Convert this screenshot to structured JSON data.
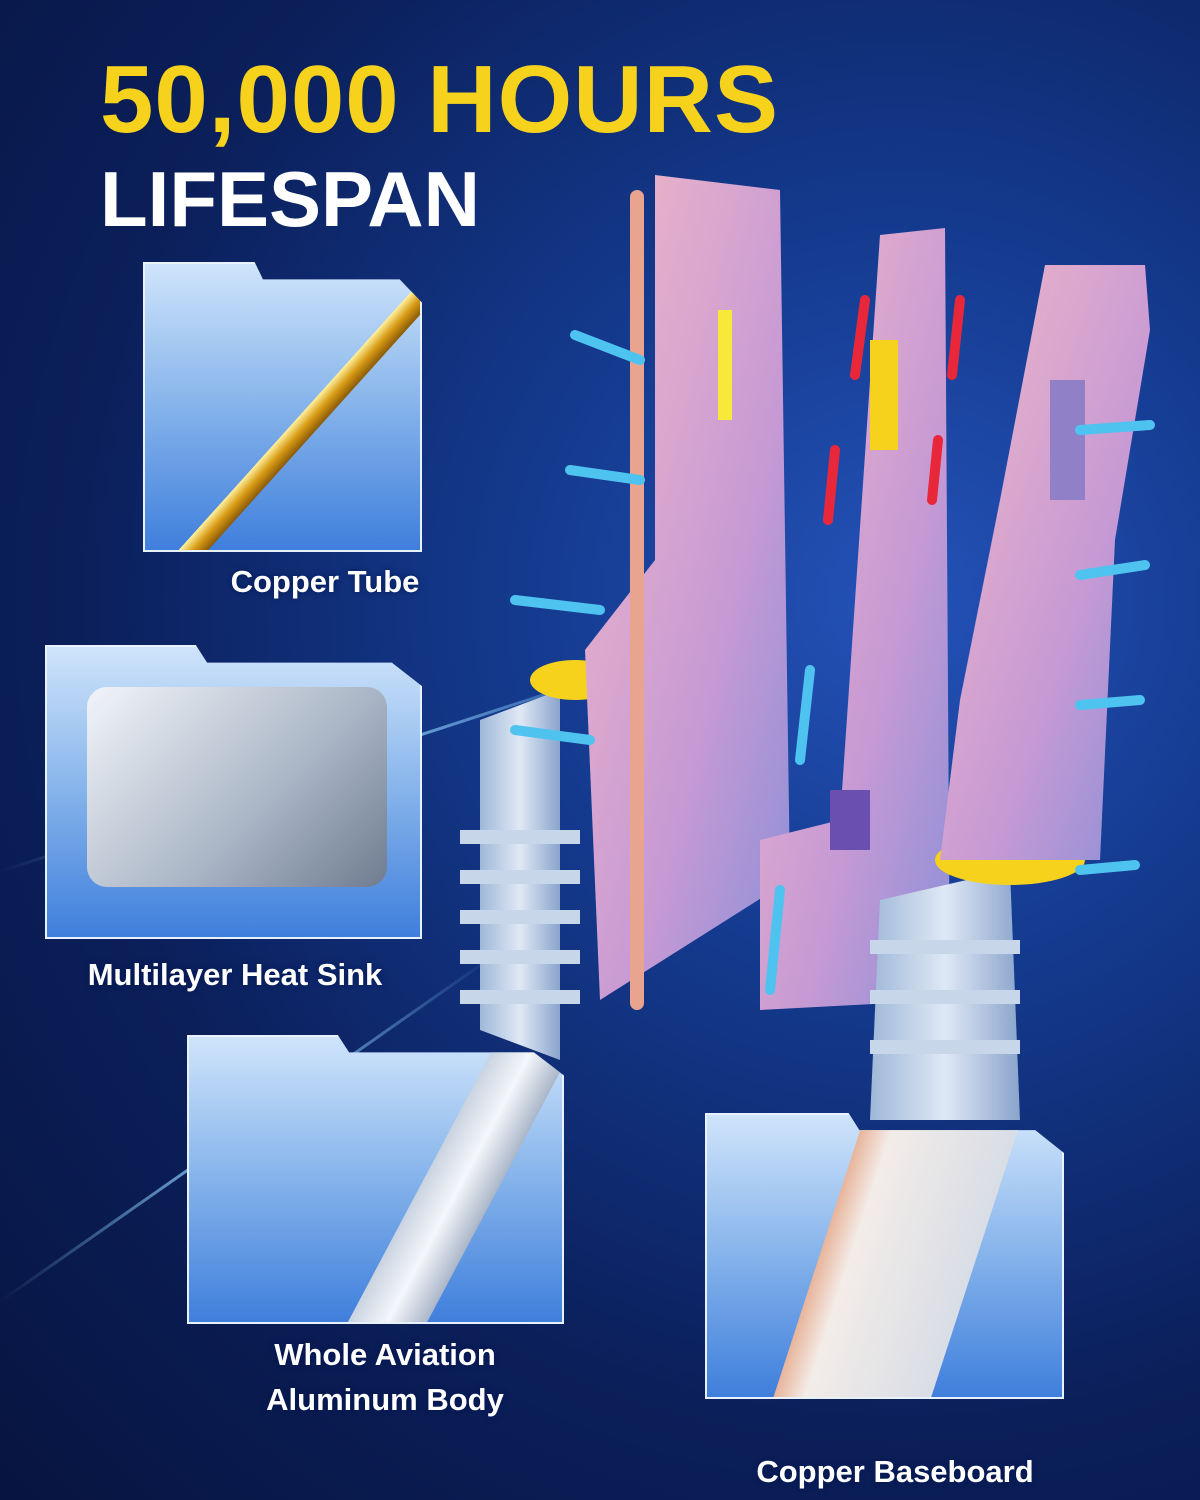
{
  "headline": {
    "title": "50,000 HOURS",
    "subtitle": "LIFESPAN"
  },
  "features": [
    {
      "label": "Copper Tube"
    },
    {
      "label": "Multilayer Heat Sink"
    },
    {
      "label_line1": "Whole Aviation",
      "label_line2": "Aluminum Body"
    },
    {
      "label": "Copper Baseboard"
    }
  ],
  "colors": {
    "title": "#f7d21c",
    "background": "#0b1f5a",
    "hot_arrow": "#e8283a",
    "cool_arrow": "#4fc3f0"
  }
}
